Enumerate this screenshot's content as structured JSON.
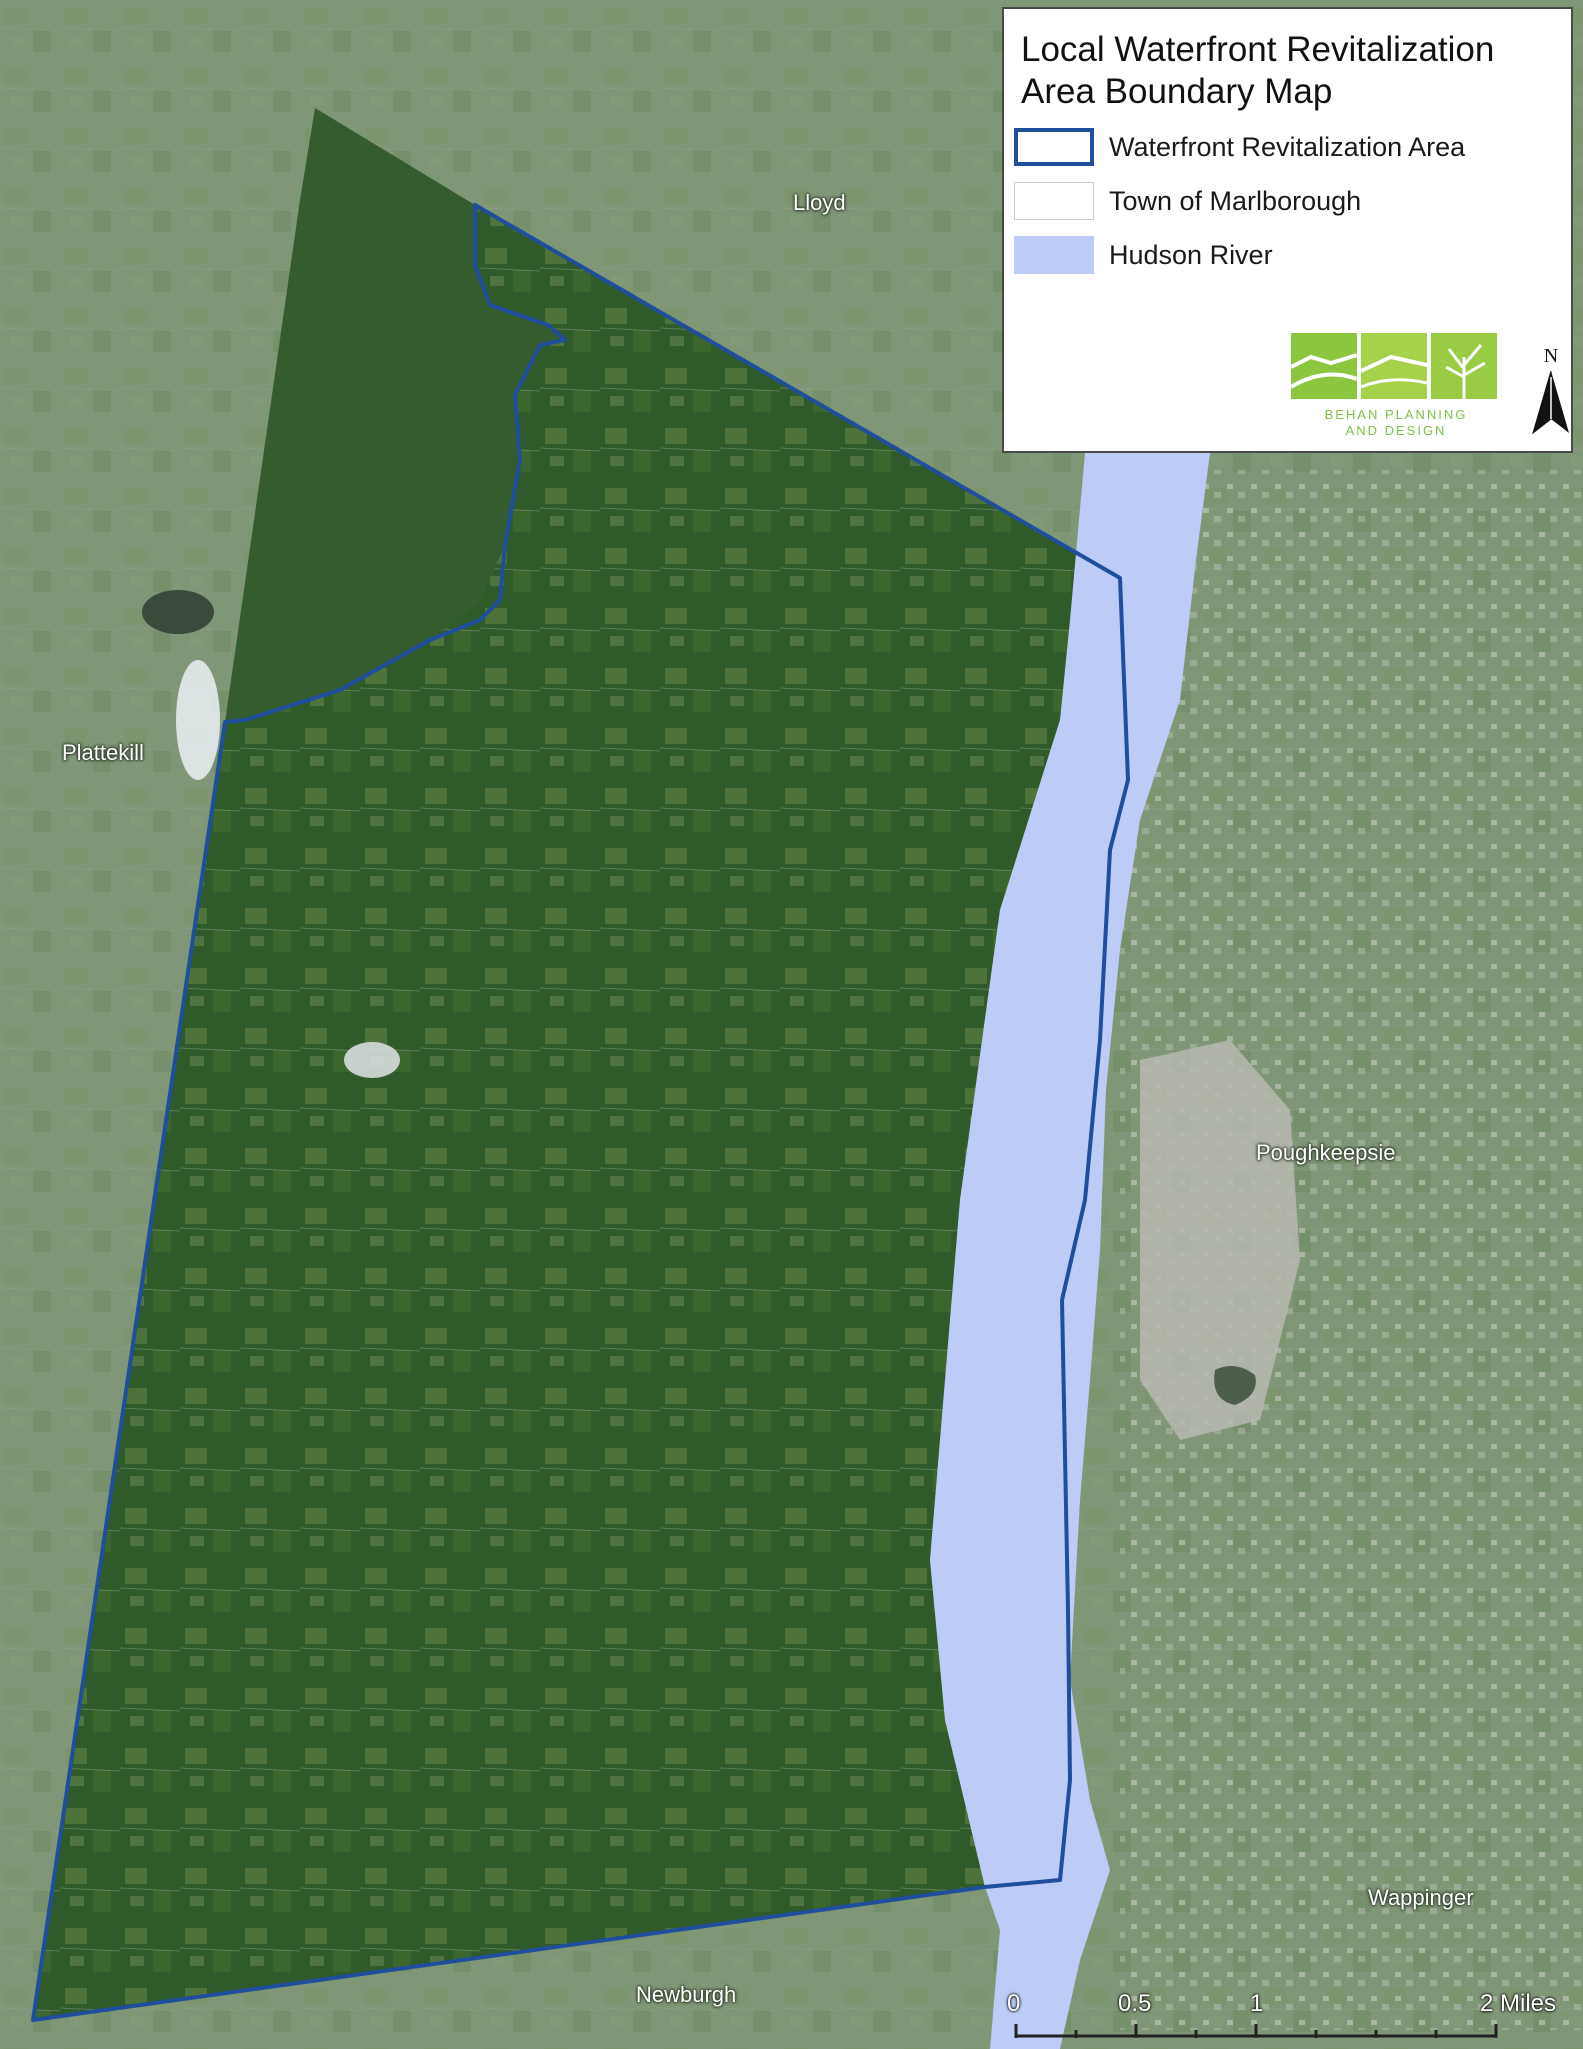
{
  "legend": {
    "title_line1": "Local Waterfront Revitalization",
    "title_line2": "Area Boundary Map",
    "items": [
      {
        "label": "Waterfront Revitalization Area",
        "swatch": "outline",
        "color": "#1f4e9c"
      },
      {
        "label": "Town of Marlborough",
        "swatch": "outline-light",
        "color": "#cccccc"
      },
      {
        "label": "Hudson River",
        "swatch": "fill",
        "color": "#bcccf7"
      }
    ]
  },
  "logo": {
    "line1": "BEHAN PLANNING",
    "line2": "AND DESIGN",
    "icon": "behan-planning-logo-icon"
  },
  "north_arrow": {
    "label": "N",
    "icon": "north-arrow-icon"
  },
  "places": {
    "lloyd": "Lloyd",
    "plattekill": "Plattekill",
    "poughkeepsie": "Poughkeepsie",
    "wappinger": "Wappinger",
    "newburgh": "Newburgh"
  },
  "scale": {
    "labels": [
      "0",
      "0.5",
      "1",
      "2 Miles"
    ],
    "values_miles": [
      0,
      0.5,
      1,
      2
    ]
  },
  "colors": {
    "boundary": "#1f4e9c",
    "river": "#bcccf7",
    "land_dark": "#2f5a2a",
    "land_light": "#8fa184"
  }
}
